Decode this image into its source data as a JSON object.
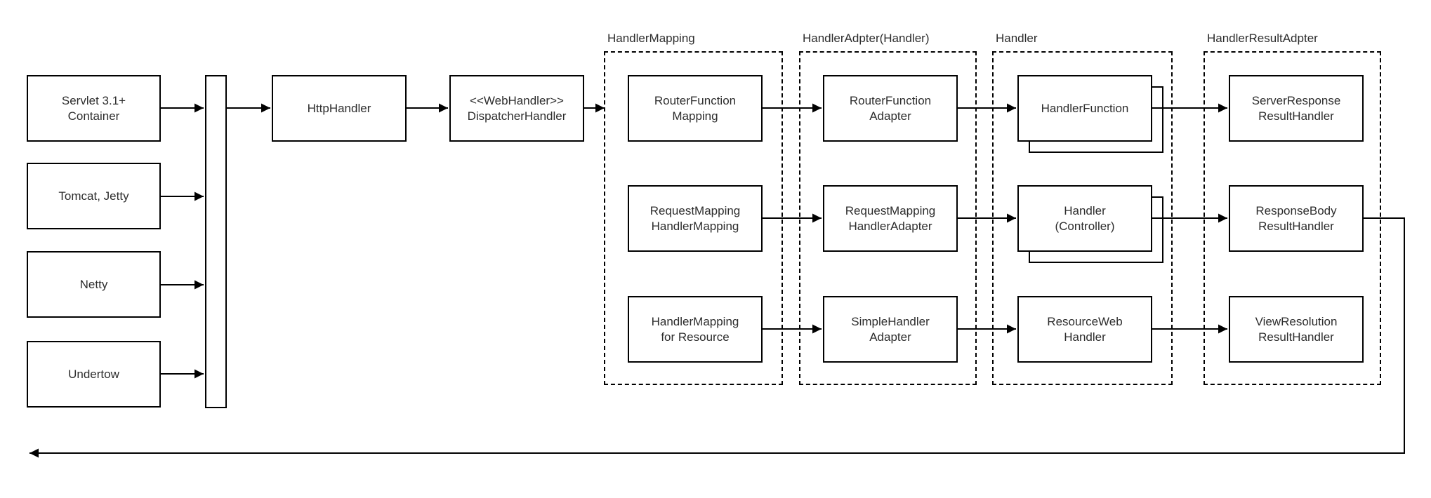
{
  "colors": {
    "stroke": "#000000",
    "text": "#2d2d2d",
    "background": "#ffffff"
  },
  "sources": [
    {
      "label": "Servlet 3.1+\nContainer"
    },
    {
      "label": "Tomcat, Jetty"
    },
    {
      "label": "Netty"
    },
    {
      "label": "Undertow"
    }
  ],
  "pipeline": {
    "http_handler": "HttpHandler",
    "dispatcher": "<<WebHandler>>\nDispatcherHandler"
  },
  "groups": [
    {
      "title": "HandlerMapping",
      "rows": [
        "RouterFunction\nMapping",
        "RequestMapping\nHandlerMapping",
        "HandlerMapping\nfor Resource"
      ]
    },
    {
      "title": "HandlerAdpter(Handler)",
      "rows": [
        "RouterFunction\nAdapter",
        "RequestMapping\nHandlerAdapter",
        "SimpleHandler\nAdapter"
      ]
    },
    {
      "title": "Handler",
      "rows": [
        "HandlerFunction",
        "Handler\n(Controller)",
        "ResourceWeb\nHandler"
      ]
    },
    {
      "title": "HandlerResultAdpter",
      "rows": [
        "ServerResponse\nResultHandler",
        "ResponseBody\nResultHandler",
        "ViewResolution\nResultHandler"
      ]
    }
  ],
  "edges": [
    {
      "from": "Servlet 3.1+ Container",
      "to": "merge-bar"
    },
    {
      "from": "Tomcat, Jetty",
      "to": "merge-bar"
    },
    {
      "from": "Netty",
      "to": "merge-bar"
    },
    {
      "from": "Undertow",
      "to": "merge-bar"
    },
    {
      "from": "merge-bar",
      "to": "HttpHandler"
    },
    {
      "from": "HttpHandler",
      "to": "DispatcherHandler"
    },
    {
      "from": "DispatcherHandler",
      "to": "HandlerMapping group"
    },
    {
      "from": "RouterFunction Mapping",
      "to": "RouterFunction Adapter"
    },
    {
      "from": "RouterFunction Adapter",
      "to": "HandlerFunction"
    },
    {
      "from": "HandlerFunction",
      "to": "ServerResponse ResultHandler"
    },
    {
      "from": "RequestMapping HandlerMapping",
      "to": "RequestMapping HandlerAdapter"
    },
    {
      "from": "RequestMapping HandlerAdapter",
      "to": "Handler (Controller)"
    },
    {
      "from": "Handler (Controller)",
      "to": "ResponseBody ResultHandler"
    },
    {
      "from": "HandlerMapping for Resource",
      "to": "SimpleHandler Adapter"
    },
    {
      "from": "SimpleHandler Adapter",
      "to": "ResourceWeb Handler"
    },
    {
      "from": "ResourceWeb Handler",
      "to": "ViewResolution ResultHandler"
    },
    {
      "from": "ResponseBody ResultHandler",
      "to": "response return (bottom-left arrow)"
    }
  ]
}
